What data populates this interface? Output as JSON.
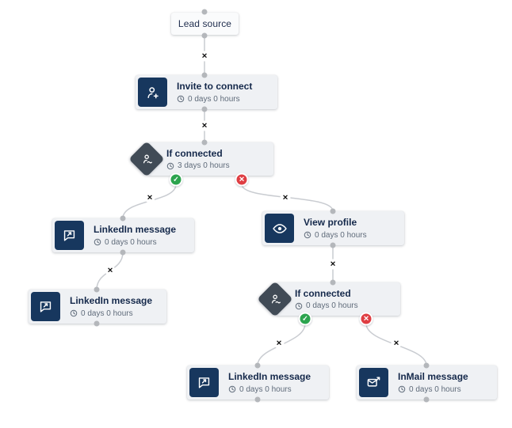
{
  "ui": {
    "edge_delete_glyph": "✕",
    "yes_glyph": "✓",
    "no_glyph": "✕"
  },
  "colors": {
    "node_bg": "#eff1f4",
    "icon_navy": "#17375e",
    "condition_diamond": "#414b56",
    "yes_green": "#2ca44e",
    "no_red": "#df3e43",
    "edge_line": "#c9ccd1",
    "handle_gray": "#b4b7bb",
    "title_text": "#15294b",
    "subtitle_text": "#5f6b7a"
  },
  "nodes": [
    {
      "id": "lead-source",
      "title": "Lead source"
    },
    {
      "id": "invite-to-connect",
      "title": "Invite to connect",
      "delay": "0 days 0 hours",
      "icon": "user-plus-icon"
    },
    {
      "id": "if-connected-1",
      "title": "If connected",
      "delay": "3 days 0 hours",
      "icon": "user-wave-icon"
    },
    {
      "id": "linkedin-message-1",
      "title": "LinkedIn message",
      "delay": "0 days 0 hours",
      "icon": "chat-bubble-icon"
    },
    {
      "id": "linkedin-message-2",
      "title": "LinkedIn message",
      "delay": "0 days 0 hours",
      "icon": "chat-bubble-icon"
    },
    {
      "id": "view-profile",
      "title": "View profile",
      "delay": "0 days 0 hours",
      "icon": "eye-icon"
    },
    {
      "id": "if-connected-2",
      "title": "If connected",
      "delay": "0 days 0 hours",
      "icon": "user-wave-icon"
    },
    {
      "id": "linkedin-message-3",
      "title": "LinkedIn message",
      "delay": "0 days 0 hours",
      "icon": "chat-bubble-icon"
    },
    {
      "id": "inmail-message",
      "title": "InMail message",
      "delay": "0 days 0 hours",
      "icon": "mail-send-icon"
    }
  ]
}
